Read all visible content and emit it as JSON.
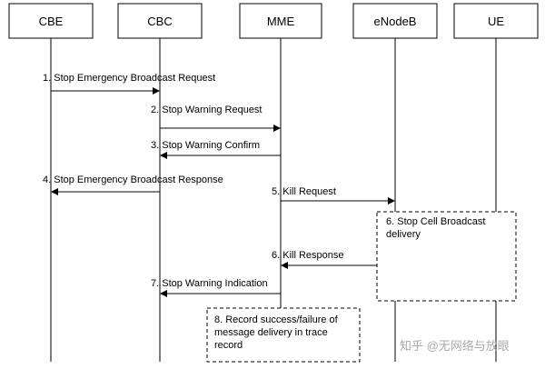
{
  "entities": [
    {
      "id": "cbe",
      "label": "CBE"
    },
    {
      "id": "cbc",
      "label": "CBC"
    },
    {
      "id": "mme",
      "label": "MME"
    },
    {
      "id": "enodeb",
      "label": "eNodeB"
    },
    {
      "id": "ue",
      "label": "UE"
    }
  ],
  "messages": [
    {
      "label": "1. Stop Emergency Broadcast Request",
      "from": "cbe",
      "to": "cbc"
    },
    {
      "label": "2. Stop Warning Request",
      "from": "cbc",
      "to": "mme"
    },
    {
      "label": "3. Stop Warning Confirm",
      "from": "mme",
      "to": "cbc"
    },
    {
      "label": "4. Stop Emergency Broadcast Response",
      "from": "cbc",
      "to": "cbe"
    },
    {
      "label": "5. Kill Request",
      "from": "mme",
      "to": "enodeb"
    },
    {
      "label": "6. Kill Response",
      "from": "enodeb",
      "to": "mme"
    },
    {
      "label": "7. Stop Warning Indication",
      "from": "mme",
      "to": "cbc"
    }
  ],
  "notes": [
    {
      "lines": [
        "6. Stop Cell Broadcast",
        "delivery"
      ]
    },
    {
      "lines": [
        "8. Record success/failure of",
        "message delivery in trace",
        "record"
      ]
    }
  ],
  "watermark": "知乎 @无网络与放眼"
}
